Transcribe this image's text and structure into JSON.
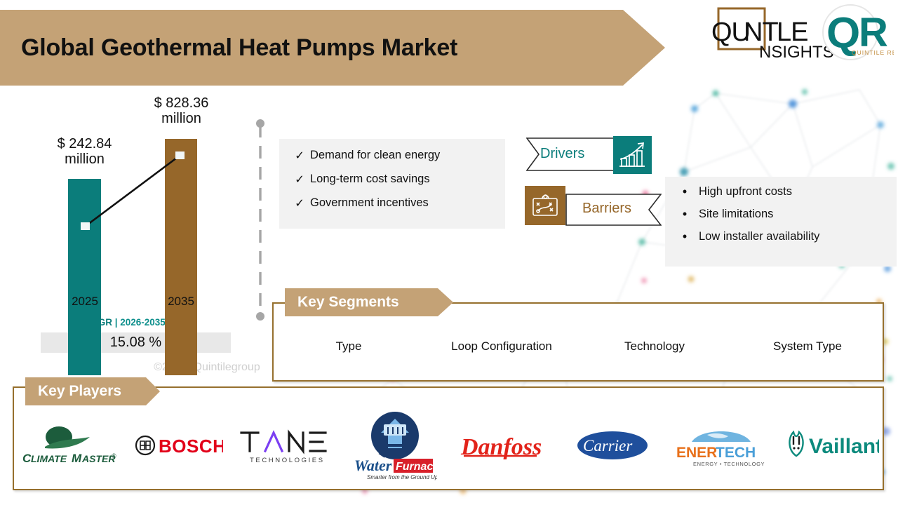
{
  "header": {
    "title": "Global Geothermal Heat Pumps Market",
    "banner_color": "#c4a276"
  },
  "logo": {
    "brand_main": "QUINTILE",
    "brand_sub": "INSIGHTS",
    "mark_q": "Q",
    "mark_r": "R",
    "mark_caption": "QUINTILE REPORTS",
    "accent_color": "#0b7d7b",
    "frame_color": "#96672a"
  },
  "chart_data": {
    "type": "bar",
    "title": "",
    "categories": [
      "2025",
      "2035"
    ],
    "values": [
      242.84,
      828.36
    ],
    "value_labels": [
      "$ 242.84\nmillion",
      "$ 828.36\nmillion"
    ],
    "unit": "USD million",
    "series": [
      {
        "name": "Market Size",
        "values": [
          242.84,
          828.36
        ],
        "colors": [
          "#0b7d7b",
          "#96672a"
        ]
      }
    ],
    "xlabel": "",
    "ylabel": "",
    "ylim": [
      0,
      900
    ],
    "grid": false,
    "legend": "none",
    "annotations": [
      "trend line connecting 2025 to 2035 markers"
    ]
  },
  "chart": {
    "bar1_label_line1": "$ 242.84",
    "bar1_label_line2": "million",
    "bar2_label_line1": "$ 828.36",
    "bar2_label_line2": "million",
    "axis_2025": "2025",
    "axis_2035": "2035",
    "cagr_prefix": "CAGR",
    "cagr_period": " | 2026-2035",
    "cagr_value": "15.08 %",
    "watermark": "©2025_Quintilegroup"
  },
  "drivers": {
    "label": "Drivers",
    "label_color": "#0b7d7b",
    "icon": "growth-chart-icon",
    "icon_bg": "#0b7d7b",
    "items": [
      {
        "mark": "✓",
        "text": "Demand for clean energy"
      },
      {
        "mark": "✓",
        "text": "Long-term cost savings"
      },
      {
        "mark": "✓",
        "text": "Government incentives"
      }
    ]
  },
  "barriers": {
    "label": "Barriers",
    "label_color": "#96672a",
    "icon": "strategy-board-icon",
    "icon_bg": "#96672a",
    "items": [
      {
        "mark": "•",
        "text": "High upfront costs"
      },
      {
        "mark": "•",
        "text": "Site limitations"
      },
      {
        "mark": "•",
        "text": "Low installer availability"
      }
    ]
  },
  "key_segments": {
    "tab_label": "Key Segments",
    "items": [
      "Type",
      "Loop Configuration",
      "Technology",
      "System Type"
    ]
  },
  "key_players": {
    "tab_label": "Key Players",
    "items": [
      {
        "name": "ClimateMaster",
        "text": "CLIMATEMASTER",
        "color": "#1c5c3c"
      },
      {
        "name": "Bosch",
        "text": "BOSCH",
        "color": "#e2001a"
      },
      {
        "name": "Trane Technologies",
        "text": "TRANE",
        "sub": "TECHNOLOGIES",
        "color": "#1b1b1b"
      },
      {
        "name": "WaterFurnace",
        "text": "Water",
        "text2": "Furnace",
        "sub": "Smarter from the Ground Up",
        "color": "#1a4f8a"
      },
      {
        "name": "Danfoss",
        "text": "Danfoss",
        "color": "#e2231a"
      },
      {
        "name": "Carrier",
        "text": "Carrier",
        "color": "#1f4f9c"
      },
      {
        "name": "Enertech",
        "text": "ENER",
        "text2": "TECH",
        "sub": "ENERGY • TECHNOLOGY",
        "color": "#e8701a",
        "color2": "#4a9fd8"
      },
      {
        "name": "Vaillant",
        "text": "Vaillant",
        "color": "#0c8a7d"
      }
    ]
  }
}
